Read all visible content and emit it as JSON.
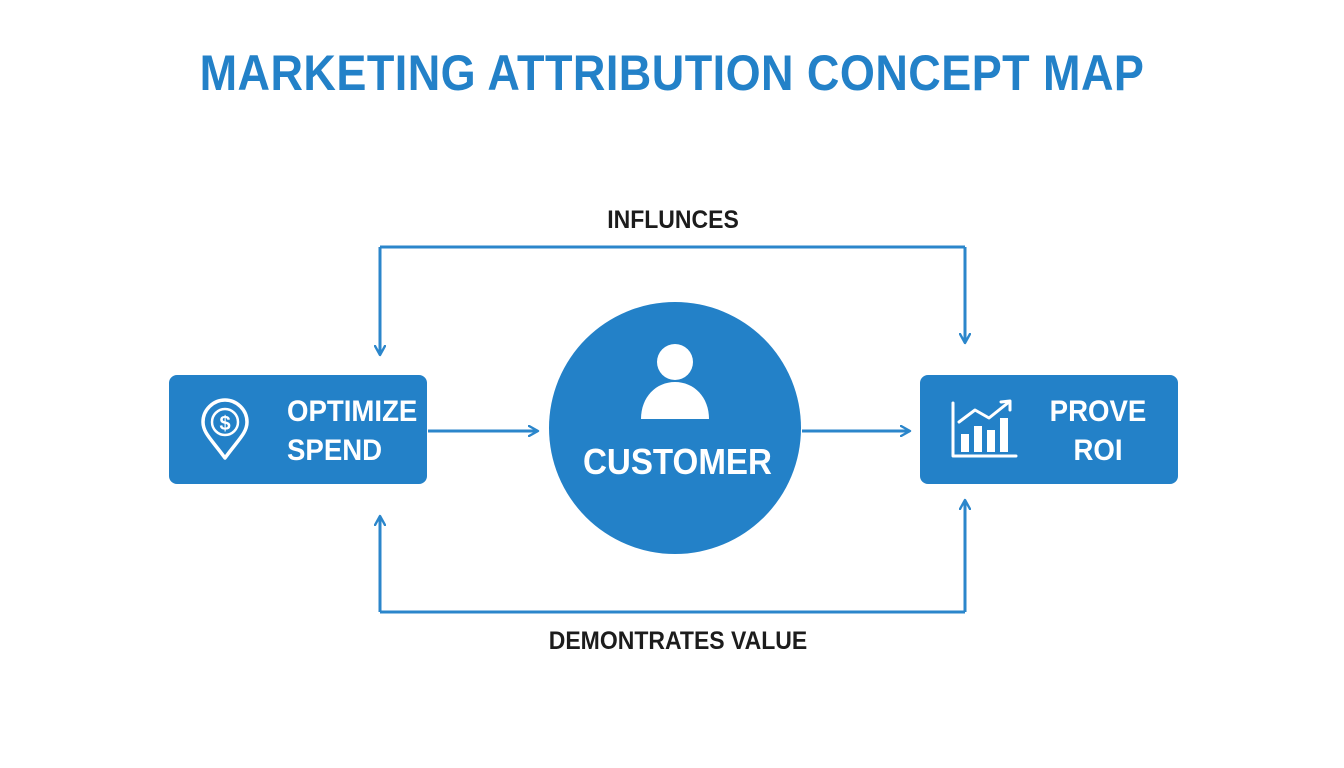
{
  "title": "MARKETING ATTRIBUTION CONCEPT MAP",
  "colors": {
    "accent": "#2381c8",
    "node_fill": "#2381c8",
    "connector": "#2b86cb",
    "label_text": "#1c1c1c",
    "node_text": "#ffffff",
    "background": "#ffffff"
  },
  "nodes": {
    "optimize_spend": {
      "line1": "OPTIMIZE",
      "line2": "SPEND",
      "icon": "dollar-location-pin-icon"
    },
    "customer": {
      "label": "CUSTOMER",
      "icon": "person-icon"
    },
    "prove_roi": {
      "line1": "PROVE",
      "line2": "ROI",
      "icon": "bar-chart-trend-icon"
    }
  },
  "edges": {
    "top": {
      "label": "INFLUNCES"
    },
    "bottom": {
      "label": "DEMONTRATES VALUE"
    }
  }
}
